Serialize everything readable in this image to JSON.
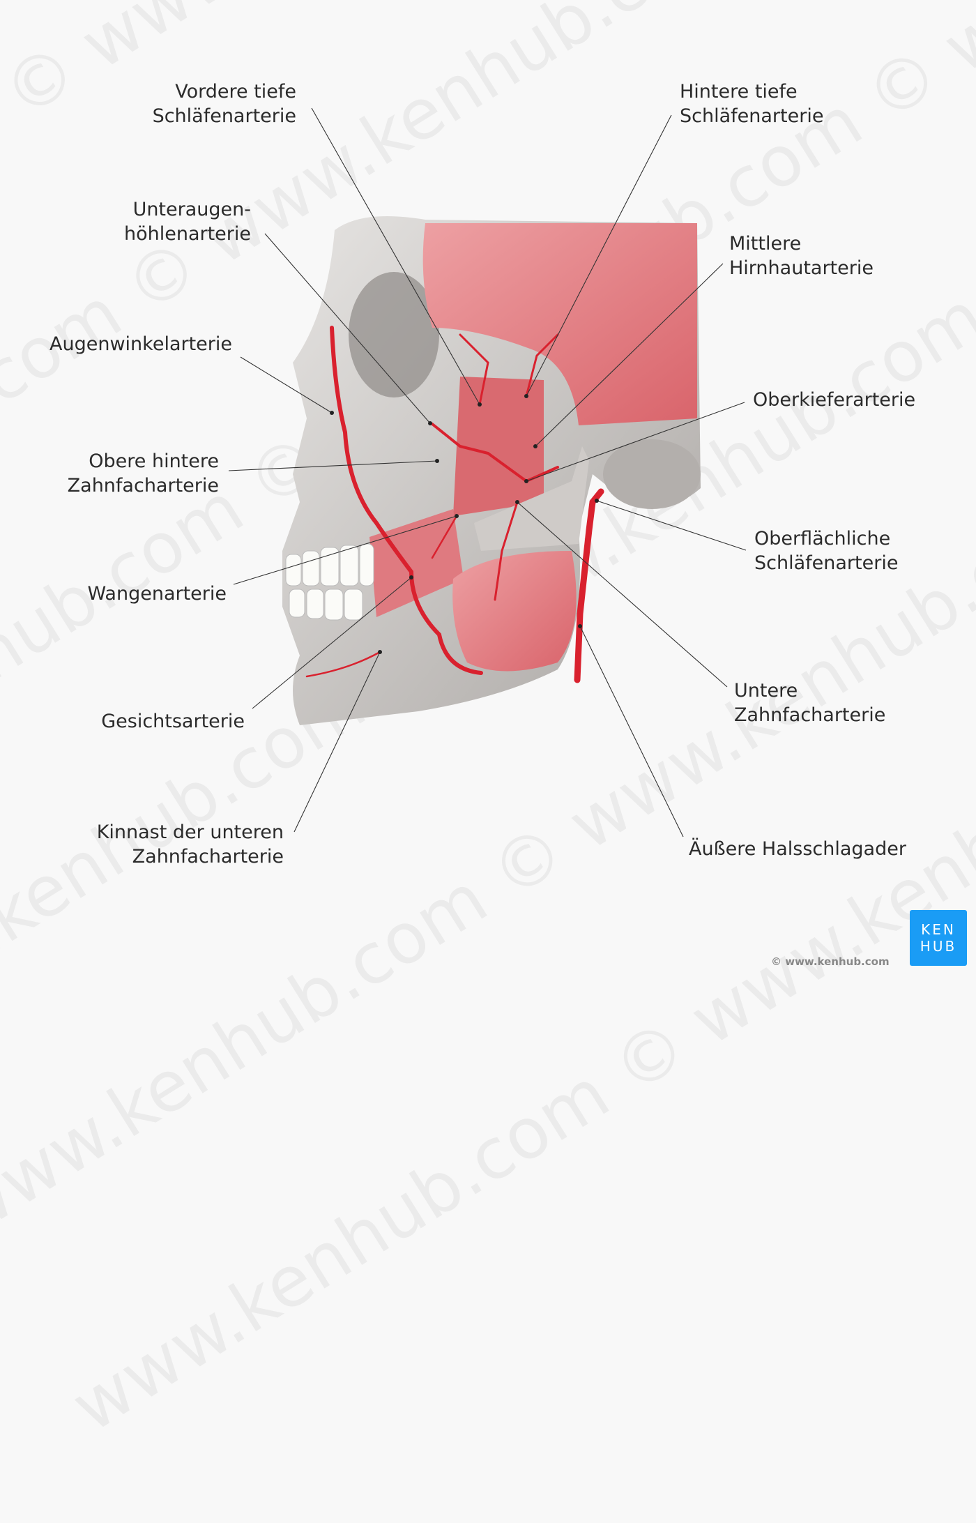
{
  "watermark": "www.kenhub.com ©",
  "labels": {
    "vordere": [
      "Vordere tiefe",
      "Schläfenarterie"
    ],
    "hintere": [
      "Hintere tiefe",
      "Schläfenarterie"
    ],
    "unteraugen": [
      "Unteraugen-",
      "höhlenarterie"
    ],
    "mittlere": [
      "Mittlere",
      "Hirnhautarterie"
    ],
    "augenwinkel": [
      "Augenwinkelarterie"
    ],
    "oberkiefer": [
      "Oberkieferarterie"
    ],
    "obere_hintere": [
      "Obere hintere",
      "Zahnfacharterie"
    ],
    "oberflaechliche": [
      "Oberflächliche",
      "Schläfenarterie"
    ],
    "wangen": [
      "Wangenarterie"
    ],
    "untere": [
      "Untere",
      "Zahnfacharterie"
    ],
    "gesichts": [
      "Gesichtsarterie"
    ],
    "kinnast": [
      "Kinnast der unteren",
      "Zahnfacharterie"
    ],
    "halsschlagader": [
      "Äußere Halsschlagader"
    ]
  },
  "logo": [
    "KEN",
    "HUB"
  ],
  "credit": "© www.kenhub.com",
  "colors": {
    "artery": "#d9212e",
    "muscle": "#e58a8e",
    "bone": "#c9c6c4",
    "brand": "#1a9cf5"
  }
}
